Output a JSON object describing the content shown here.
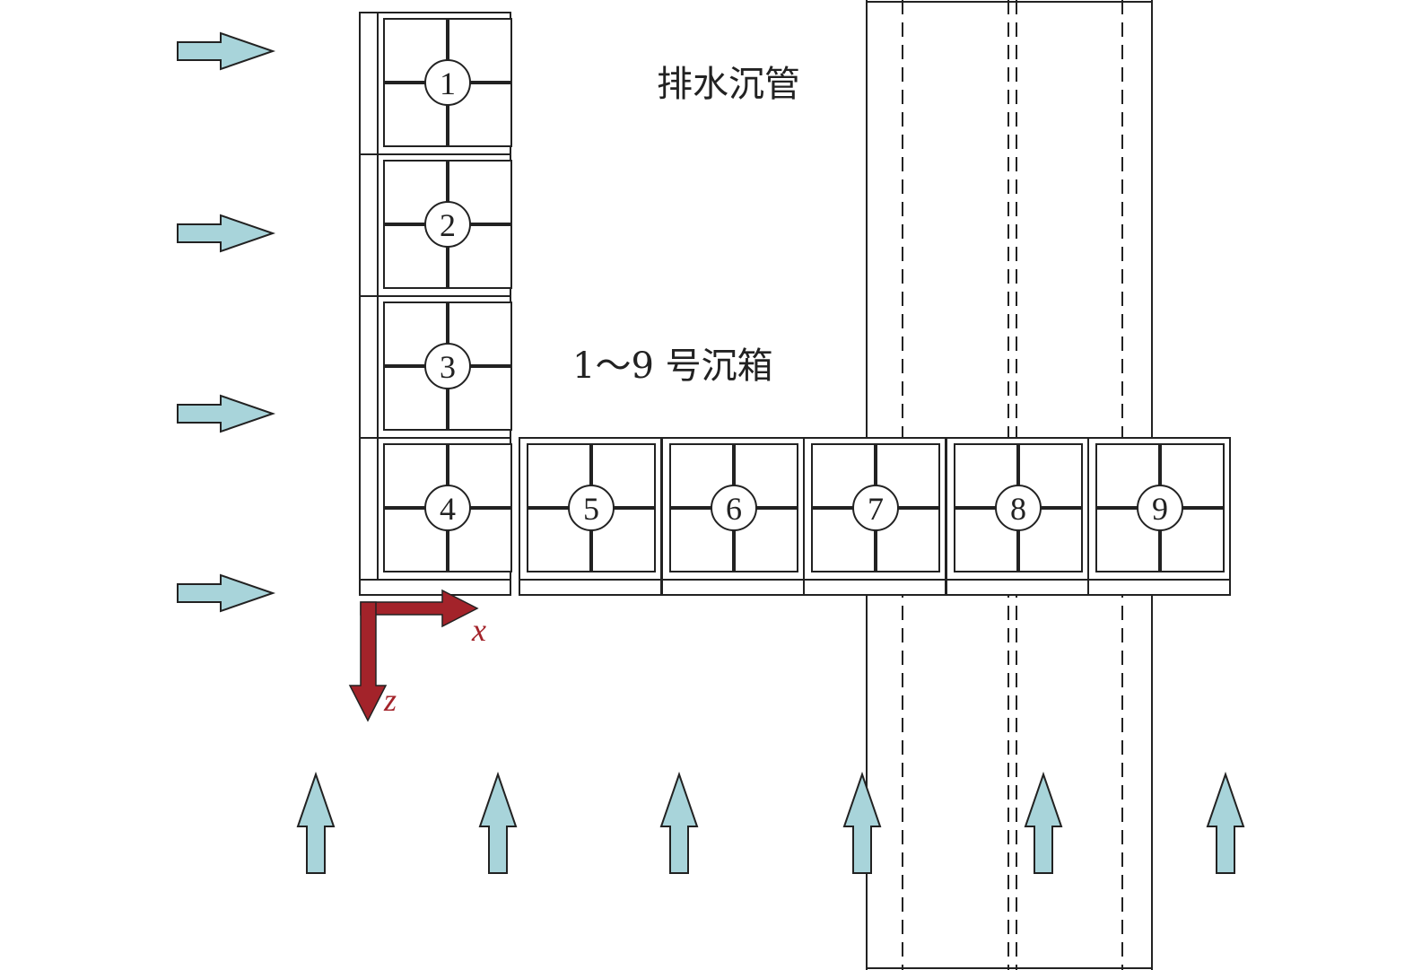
{
  "labels": {
    "pipe": "排水沉管",
    "caissons": "1～9 号沉箱"
  },
  "axes": {
    "x": "x",
    "z": "z"
  },
  "caissons": [
    "1",
    "2",
    "3",
    "4",
    "5",
    "6",
    "7",
    "8",
    "9"
  ],
  "colors": {
    "flow_arrow_fill": "#a8d4da",
    "axis_color": "#a3232a",
    "line": "#222222"
  }
}
